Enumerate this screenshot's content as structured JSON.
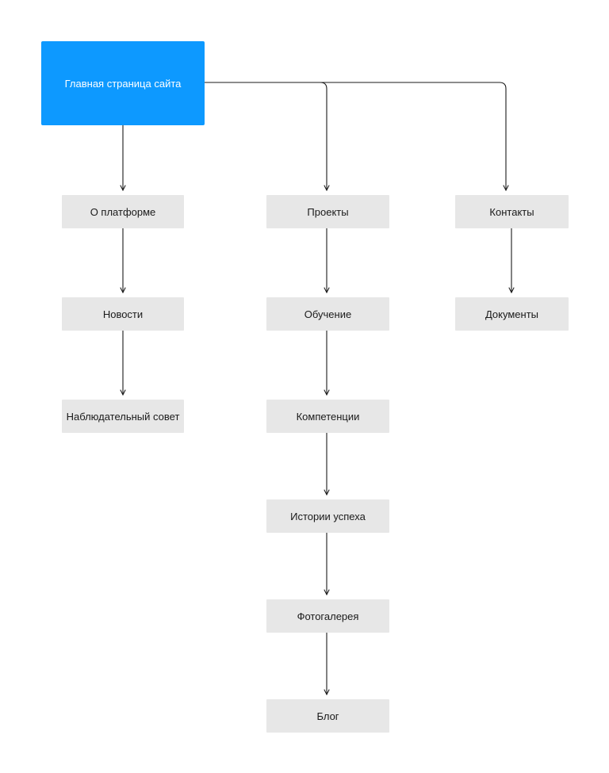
{
  "diagram": {
    "root": {
      "label": "Главная страница сайта"
    },
    "nodes": {
      "about": "О платформе",
      "news": "Новости",
      "board": "Наблюдательный совет",
      "projects": "Проекты",
      "learning": "Обучение",
      "competences": "Компетенции",
      "stories": "Истории успеха",
      "gallery": "Фотогалерея",
      "blog": "Блог",
      "contacts": "Контакты",
      "documents": "Документы"
    },
    "colors": {
      "root_fill": "#0d99ff",
      "root_text": "#ffffff",
      "node_fill": "#e7e7e7",
      "node_text": "#1a1a1a",
      "connector": "#1a1a1a"
    }
  }
}
